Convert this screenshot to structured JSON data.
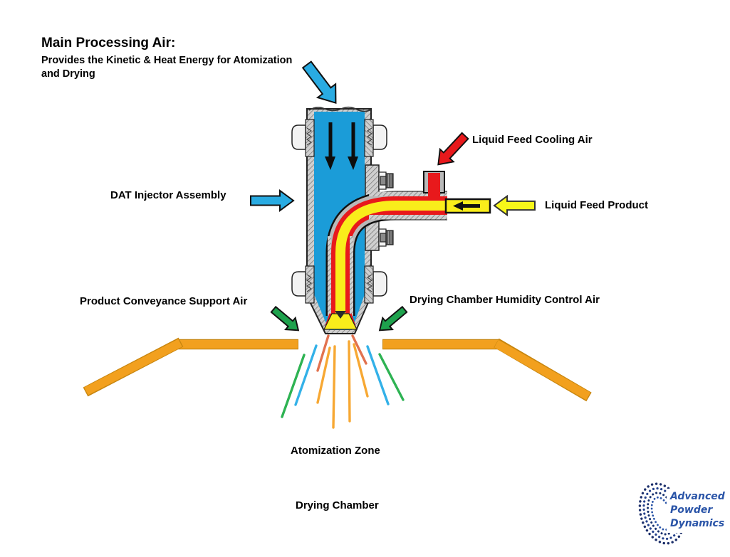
{
  "header": {
    "title": "Main Processing Air:",
    "subtitle_line1": "Provides the Kinetic & Heat Energy for Atomization",
    "subtitle_line2": "and Drying"
  },
  "labels": {
    "dat_injector_assembly": "DAT Injector Assembly",
    "liquid_feed_cooling_air": "Liquid Feed Cooling Air",
    "liquid_feed_product": "Liquid Feed Product",
    "product_conveyance_support_air": "Product Conveyance Support Air",
    "drying_chamber_humidity_control_air": "Drying Chamber Humidity Control Air",
    "atomization_zone": "Atomization Zone",
    "drying_chamber": "Drying Chamber"
  },
  "logo": {
    "line1": "Advanced",
    "line2": "Powder",
    "line3": "Dynamics"
  },
  "colors": {
    "main_air_blue": "#1b9cd8",
    "arrow_blue": "#29abe2",
    "cooling_air_red": "#e8191c",
    "feed_yellow": "#f9ed1b",
    "support_air_green": "#1ea24d",
    "chamber_orange": "#f2a01e",
    "logo_blue": "#2b55a8"
  }
}
